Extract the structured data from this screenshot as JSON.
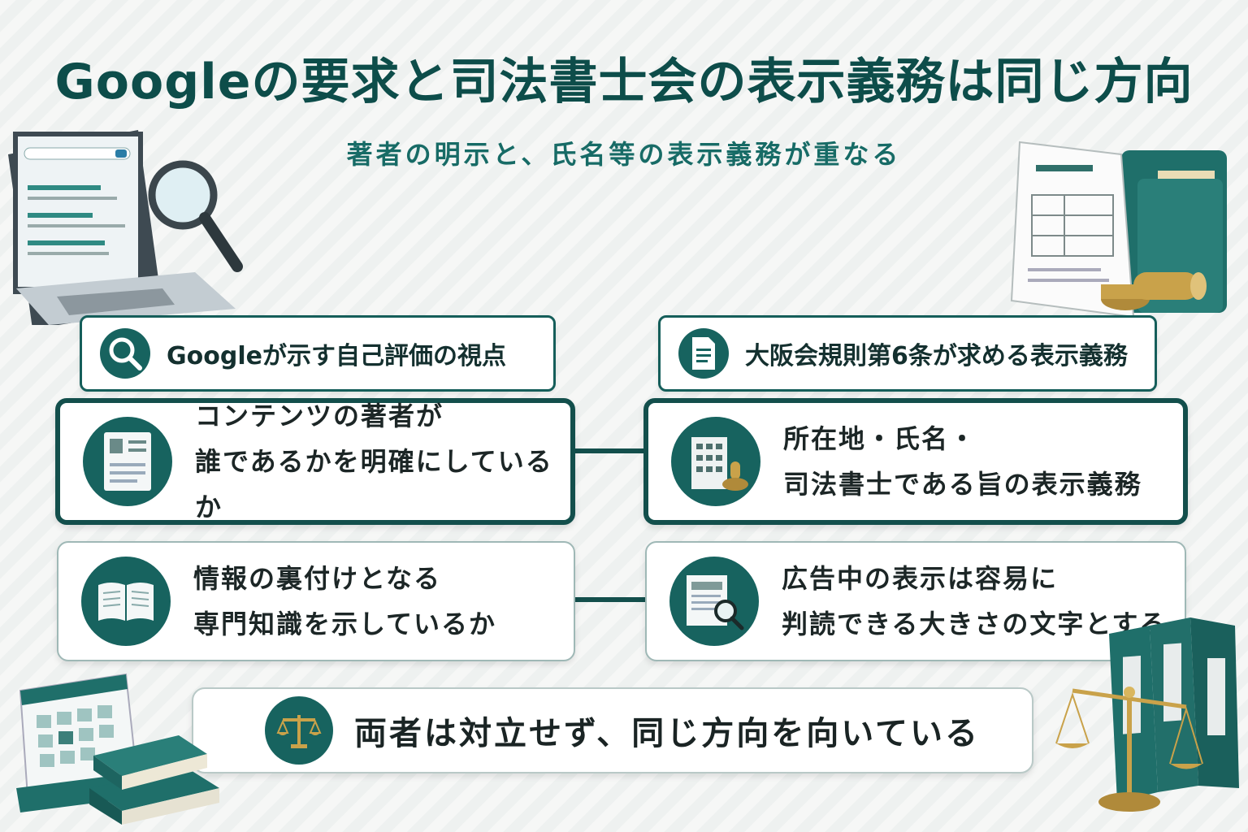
{
  "title": "Googleの要求と司法書士会の表示義務は同じ方向",
  "subtitle": "著者の明示と、氏名等の表示義務が重なる",
  "left_header": {
    "label": "Googleが示す自己評価の視点",
    "icon": "search-icon"
  },
  "right_header": {
    "label": "大阪会規則第6条が求める表示義務",
    "icon": "document-icon"
  },
  "left_cards": [
    {
      "line1": "コンテンツの著者が",
      "line2": "誰であるかを明確にしているか",
      "icon": "profile-card-icon"
    },
    {
      "line1": "情報の裏付けとなる",
      "line2": "専門知識を示しているか",
      "icon": "open-book-icon"
    }
  ],
  "right_cards": [
    {
      "line1": "所在地・氏名・",
      "line2": "司法書士である旨の表示義務",
      "icon": "office-stamp-icon"
    },
    {
      "line1": "広告中の表示は容易に",
      "line2": "判読できる大きさの文字とする",
      "icon": "document-magnifier-icon"
    }
  ],
  "conclusion": {
    "label": "両者は対立せず、同じ方向を向いている",
    "icon": "scales-icon"
  },
  "colors": {
    "primary": "#134f4c",
    "accent": "#17635f",
    "gold": "#c9a24a"
  }
}
